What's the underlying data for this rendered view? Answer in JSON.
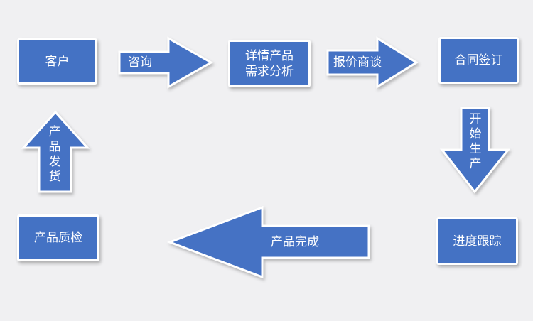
{
  "colors": {
    "fill": "#4472c4",
    "stroke": "#ffffff"
  },
  "nodes": {
    "customer": "客户",
    "requirements_line1": "详情产品",
    "requirements_line2": "需求分析",
    "contract": "合同签订",
    "progress": "进度跟踪",
    "quality_check": "产品质检"
  },
  "arrows": {
    "consult": "咨询",
    "quote": "报价商谈",
    "start_production": "开始生产",
    "product_done": "产品完成",
    "ship": "产品发货"
  }
}
